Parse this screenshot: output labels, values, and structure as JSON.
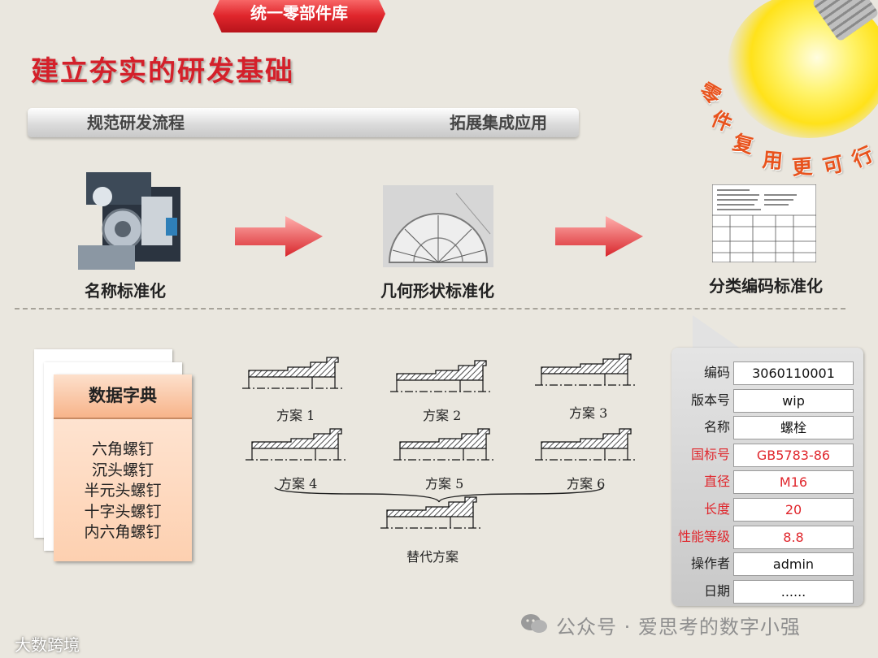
{
  "title": "建立夯实的研发基础",
  "tabs": [
    "规范研发流程",
    "统一零部件库",
    "拓展集成应用"
  ],
  "active_tab_index": 1,
  "slogan": "零件复用更可行",
  "stages": [
    "名称标准化",
    "几何形状标准化",
    "分类编码标准化"
  ],
  "dictionary": {
    "title": "数据字典",
    "items": [
      "六角螺钉",
      "沉头螺钉",
      "半元头螺钉",
      "十字头螺钉",
      "内六角螺钉"
    ]
  },
  "schemes": [
    "方案 1",
    "方案 2",
    "方案 3",
    "方案 4",
    "方案 5",
    "方案 6"
  ],
  "alternative_label": "替代方案",
  "part_fields": [
    {
      "label": "编码",
      "value": "3060110001",
      "highlight": false
    },
    {
      "label": "版本号",
      "value": "wip",
      "highlight": false
    },
    {
      "label": "名称",
      "value": "螺栓",
      "highlight": false
    },
    {
      "label": "国标号",
      "value": "GB5783-86",
      "highlight": true
    },
    {
      "label": "直径",
      "value": "M16",
      "highlight": true
    },
    {
      "label": "长度",
      "value": "20",
      "highlight": true
    },
    {
      "label": "性能等级",
      "value": "8.8",
      "highlight": true
    },
    {
      "label": "操作者",
      "value": "admin",
      "highlight": false
    },
    {
      "label": "日期",
      "value": "......",
      "highlight": false
    }
  ],
  "watermark": "公众号 · 爱思考的数字小强",
  "corner_mark": "大数跨境",
  "colors": {
    "accent_red": "#e0262c",
    "title_red": "#d4202a",
    "slogan_orange": "#e8531d",
    "background": "#eae7df"
  }
}
